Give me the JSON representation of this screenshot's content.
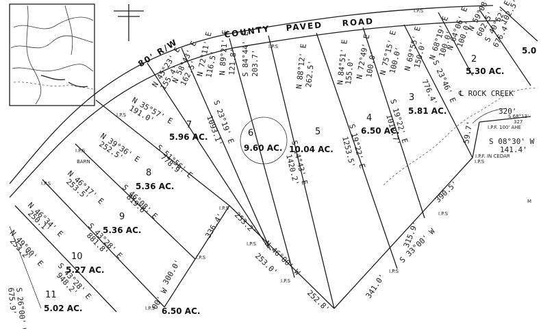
{
  "road": {
    "rw": "80' R/W",
    "county": "COUNTY",
    "paved": "PAVED",
    "road": "ROAD"
  },
  "lots": [
    {
      "num": "2",
      "area": "5.30 AC."
    },
    {
      "num": "3",
      "area": "5.81 AC."
    },
    {
      "num": "4",
      "area": "6.50 AC."
    },
    {
      "num": "5",
      "area": "10.04 AC."
    },
    {
      "num": "6",
      "area": "9.60 AC."
    },
    {
      "num": "7",
      "area": "5.96 AC."
    },
    {
      "num": "8",
      "area": "5.36 AC."
    },
    {
      "num": "9",
      "area": "5.36 AC."
    },
    {
      "num": "10",
      "area": "5.27 AC."
    },
    {
      "num": "11",
      "area": "5.02 AC."
    }
  ],
  "partial_area_left": "6.50 AC",
  "partial_right": "5.0",
  "frontage_calls": [
    "N 45°23' E",
    "N 58°43' E",
    "N 72°11' E",
    "N 89°21' E",
    "S 84°44' E",
    "N 88°12' E",
    "N 84°51' E",
    "N 72°49' E",
    "N 75°15' E",
    "N 69°55' E",
    "N 68°19' E",
    "N 64°06' E"
  ],
  "frontage_dist": [
    "155.4'",
    "162.5'",
    "116.5'",
    "121.8'",
    "203.7'",
    "262.5'",
    "155.0'",
    "100.0'",
    "100.0'",
    "150.0'",
    "100.0'",
    "100.0'"
  ],
  "calls": {
    "n35": "N 35°57' E",
    "n35d": "191.0'",
    "n39": "N 39°36' E",
    "n39d": "252.5'",
    "n46a": "N 46°17' E",
    "n46ad": "253.5'",
    "n46b": "N 46°34' E",
    "n46bd": "250.1'",
    "n49": "N 49°00' E",
    "n49d": "253.2'",
    "s51": "S 51°56' E",
    "s51d": "778.9'",
    "s46": "S 46°08' E",
    "s46d": "819.6'",
    "s43a": "S 43°28' E",
    "s43ad": "881.8'",
    "s43b": "S 43°28' E",
    "s43bd": "948.2'",
    "s23": "S 23°19' E",
    "s23d": "1093.1'",
    "s14": "S 14°43' E",
    "s14d": "1420.2'",
    "s19": "S 19°22' E",
    "s19d": "1253.5'",
    "s19b": "S 19°22' E",
    "s19bd": "1018.7'",
    "s23b": "S 23°46' E",
    "s23bd": "776.4'",
    "s40": "S 40°52' E",
    "s40d": "676.4'",
    "s26": "S 26°00' W",
    "s26d": "675.9'",
    "n46w": "N 46°00' W",
    "n46wd": "253.0'",
    "n46w2": "253.2'",
    "n46w3": "252.8'",
    "s33": "S 33°00' W",
    "s33d": "390.5'",
    "s33d2": "315.9'",
    "s33d3": "341.0'",
    "d300": "300.0'",
    "d336": "336.4'",
    "w00": "00' W",
    "d597": "59.7'",
    "s08": "S 08°30' W",
    "s08d": "141.4'",
    "d320": "320'",
    "s68": "S 68°13'",
    "d327": "327",
    "ipf100": "I.P.F. 100' AHE",
    "ipf_cedar": "I.P.F. IN CEDAR",
    "rock_creek": "℄ ROCK CREEK",
    "barn": "BARN",
    "top_right": "N 59°08' E",
    "top_right2": "602.5'",
    "top_right3": "102.5'",
    "m": "M"
  },
  "ips_labels": [
    "I.P.S",
    "I.P.S",
    "I.P.S",
    "I.P.S",
    "I.P.S",
    "I.P.S",
    "I.P.S",
    "I.P.S",
    "I.P.S",
    "I.P.S",
    "I.P.S",
    "I.P.S",
    "I.P.S"
  ],
  "bottom_partial": "6.50 AC."
}
